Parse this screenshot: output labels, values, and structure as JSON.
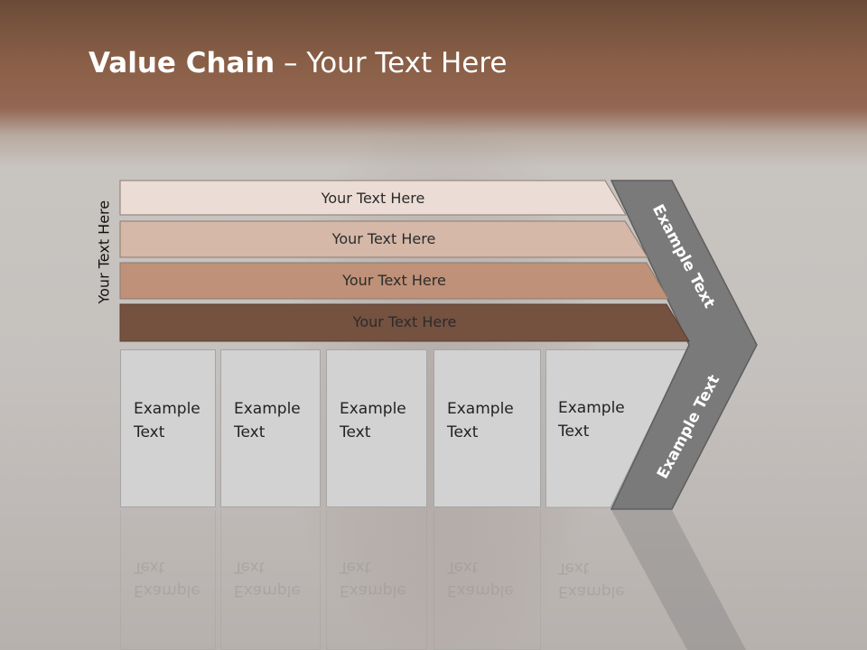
{
  "title": {
    "bold": "Value Chain",
    "rest": " – Your Text Here"
  },
  "side_label": "Your Text Here",
  "rows": [
    {
      "label": "Your Text Here",
      "color": "#ecdcd6"
    },
    {
      "label": "Your Text Here",
      "color": "#d5b8a8"
    },
    {
      "label": "Your Text Here",
      "color": "#be9178"
    },
    {
      "label": "Your Text Here",
      "color": "#755140"
    }
  ],
  "boxes": [
    {
      "line1": "Example",
      "line2": "Text"
    },
    {
      "line1": "Example",
      "line2": "Text"
    },
    {
      "line1": "Example",
      "line2": "Text"
    },
    {
      "line1": "Example",
      "line2": "Text"
    },
    {
      "line1": "Example",
      "line2": "Text"
    }
  ],
  "chevron": {
    "upper_label": "Example Text",
    "lower_label": "Example Text",
    "color": "#7a7a7a"
  }
}
